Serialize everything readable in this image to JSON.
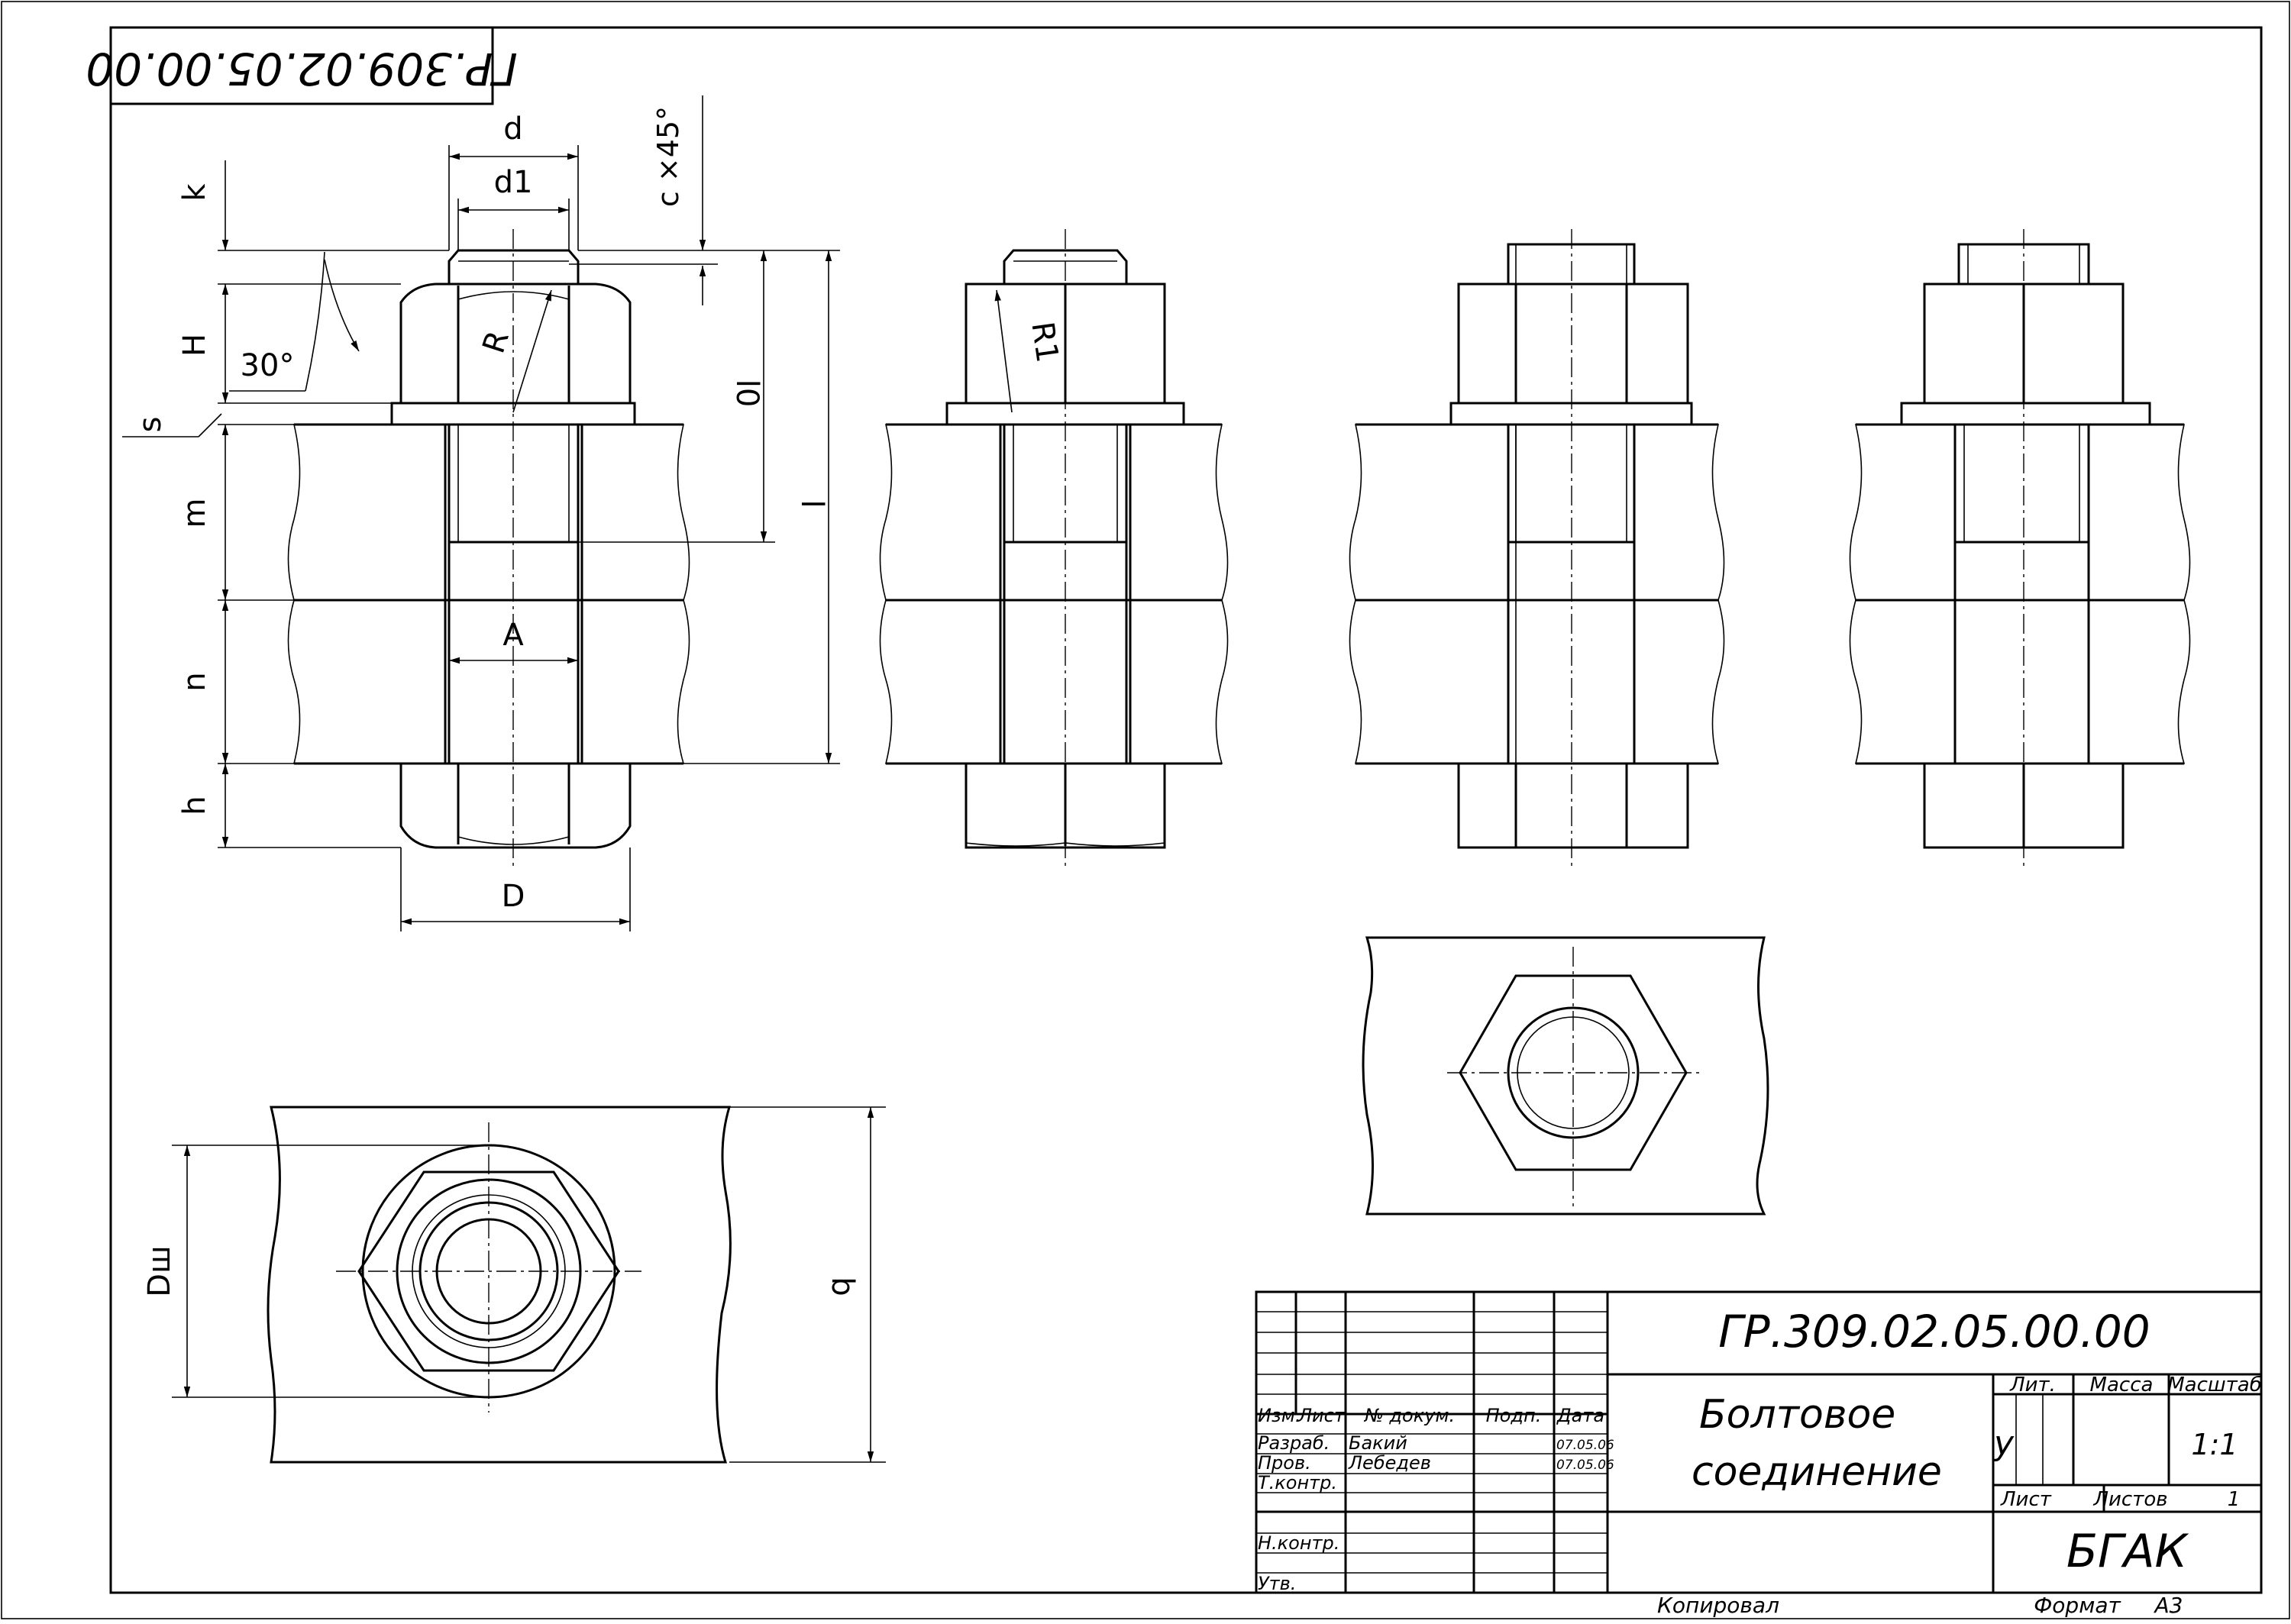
{
  "drawing": {
    "stamp_top": "ГР.309.02.05.00.00",
    "dimensions": {
      "d": "d",
      "d1": "d1",
      "k": "k",
      "H": "H",
      "s": "s",
      "m": "m",
      "n": "n",
      "h": "h",
      "chamfer": "c ×45°",
      "angle": "30°",
      "R": "R",
      "R1": "R1",
      "l0": "l0",
      "l": "l",
      "A": "A",
      "D": "D",
      "Dw": "Dш",
      "b": "b"
    }
  },
  "title_block": {
    "designation": "ГР.309.02.05.00.00",
    "name_line1": "Болтовое",
    "name_line2": "соединение",
    "headers": {
      "izm": "Изм.",
      "list": "Лист",
      "doc_no": "№ докум.",
      "sign": "Подп.",
      "date": "Дата"
    },
    "rows": [
      {
        "role": "Разраб.",
        "name": "Бакий",
        "date": "07.05.06"
      },
      {
        "role": "Пров.",
        "name": "Лебедев",
        "date": "07.05.06"
      },
      {
        "role": "Т.контр.",
        "name": "",
        "date": ""
      },
      {
        "role": "Н.контр.",
        "name": "",
        "date": ""
      },
      {
        "role": "Утв.",
        "name": "",
        "date": ""
      }
    ],
    "lit_label": "Лит.",
    "mass_label": "Масса",
    "scale_label": "Масштаб",
    "lit_value": "у",
    "scale_value": "1:1",
    "sheet_label": "Лист",
    "sheets_label": "Листов",
    "sheets_value": "1",
    "organization": "БГАК",
    "copied_label": "Копировал",
    "format_label": "Формат",
    "format_value": "А3"
  }
}
